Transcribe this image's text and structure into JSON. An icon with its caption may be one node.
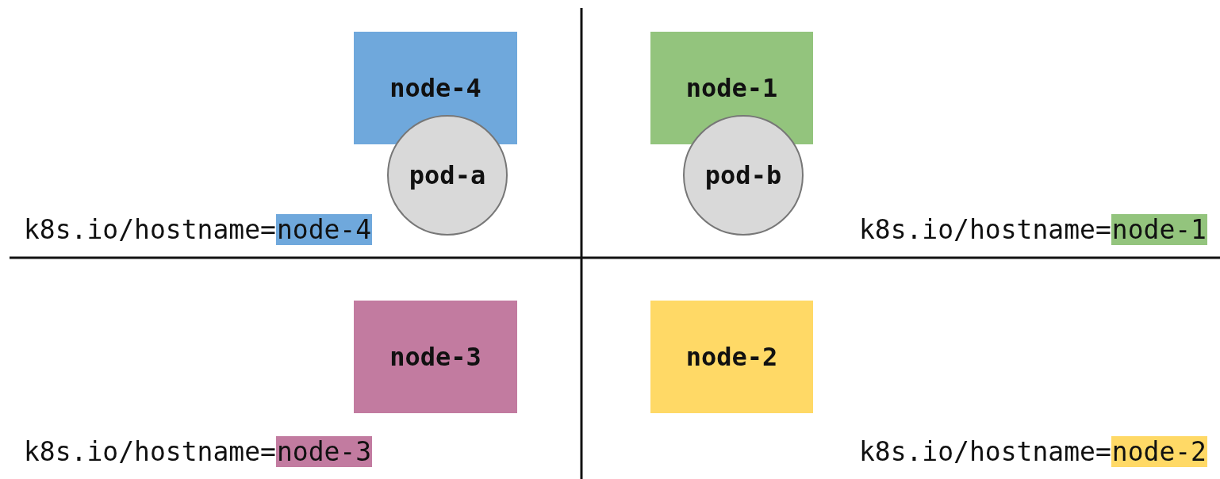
{
  "diagram": {
    "nodes": [
      {
        "text": [
          "node-4"
        ]
      },
      {
        "text": [
          "pod-a"
        ]
      },
      {
        "text": [
          "node-1"
        ]
      },
      {
        "text": [
          "pod-b"
        ]
      },
      {
        "text": [
          "node-3"
        ]
      },
      {
        "text": [
          "node-2"
        ]
      }
    ],
    "edges": [],
    "labels": [
      "k8s.io/hostname=node-4",
      "k8s.io/hostname=node-1",
      "k8s.io/hostname=node-3",
      "k8s.io/hostname=node-2"
    ]
  }
}
